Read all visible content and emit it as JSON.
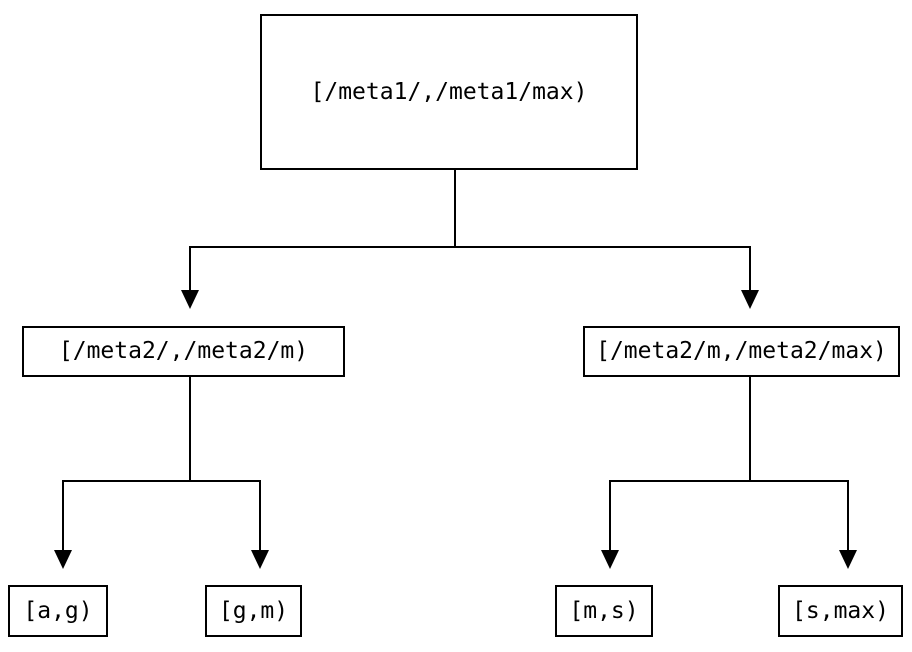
{
  "tree": {
    "root": {
      "label": "[/meta1/,/meta1/max)"
    },
    "children": [
      {
        "label": "[/meta2/,/meta2/m)",
        "children": [
          {
            "label": "[a,g)"
          },
          {
            "label": "[g,m)"
          }
        ]
      },
      {
        "label": "[/meta2/m,/meta2/max)",
        "children": [
          {
            "label": "[m,s)"
          },
          {
            "label": "[s,max)"
          }
        ]
      }
    ]
  },
  "colors": {
    "background": "#ffffff",
    "line": "#000000",
    "text": "#000000",
    "box_border": "#000000"
  }
}
